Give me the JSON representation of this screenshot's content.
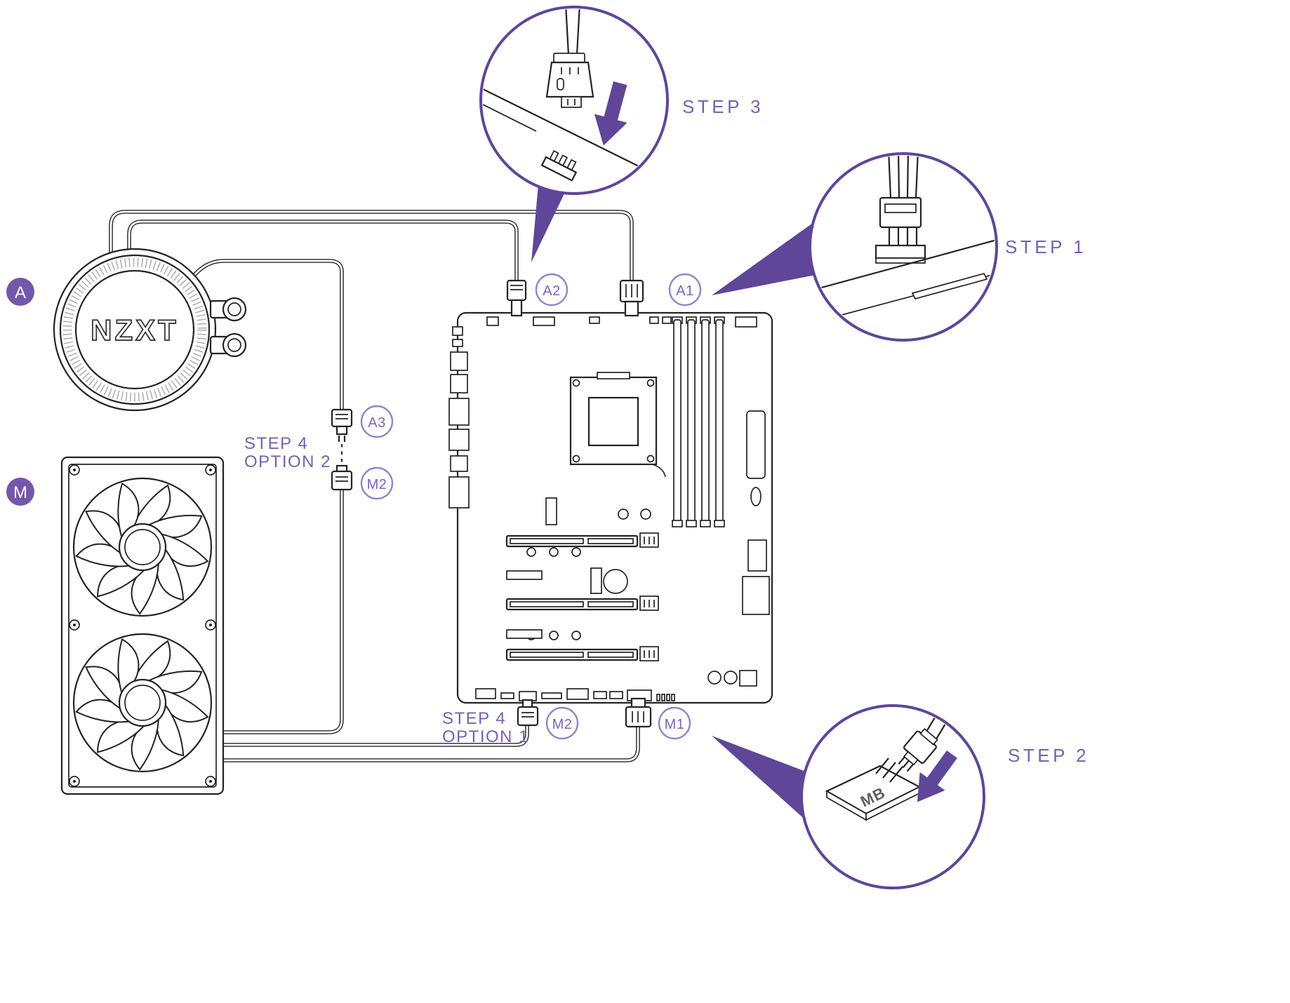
{
  "colors": {
    "accent_dark": "#5f4699",
    "accent_text": "#7661b2",
    "label_ring": "#9583cb",
    "badge_fill": "#7457ab",
    "line_art": "#232323"
  },
  "badges": {
    "pump": "A",
    "fans": "M"
  },
  "pump": {
    "brand": "NZXT"
  },
  "callouts": {
    "step1": "STEP 1",
    "step2": "STEP 2",
    "step3": "STEP 3",
    "mb_pad": "MB"
  },
  "connectors": {
    "a1": "A1",
    "a2": "A2",
    "a3": "A3",
    "m1": "M1",
    "m2_mid": "M2",
    "m2_bottom": "M2"
  },
  "step4": {
    "option2_line1": "STEP 4",
    "option2_line2": "OPTION 2",
    "option1_line1": "STEP 4",
    "option1_line2": "OPTION 1"
  }
}
